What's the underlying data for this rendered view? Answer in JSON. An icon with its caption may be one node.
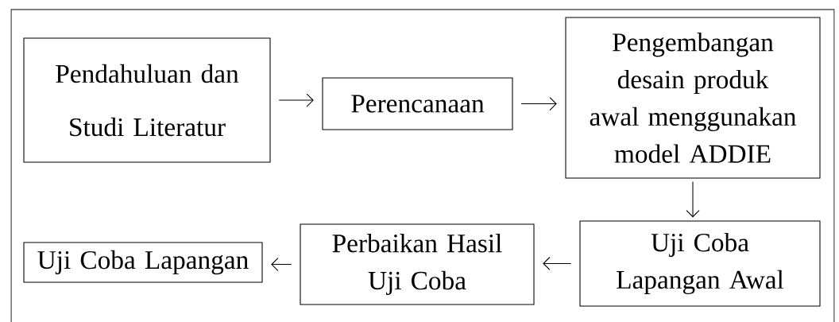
{
  "diagram": {
    "nodes": [
      {
        "text": [
          "Pendahuluan dan Studi Literatur"
        ]
      },
      {
        "text": [
          "Perencanaan"
        ]
      },
      {
        "text": [
          "Pengembangan desain produk awal menggunakan model ADDIE"
        ]
      },
      {
        "text": [
          "Uji Coba Lapangan Awal"
        ]
      },
      {
        "text": [
          "Perbaikan Hasil Uji Coba"
        ]
      },
      {
        "text": [
          "Uji Coba Lapangan"
        ]
      }
    ],
    "edges": [
      {
        "from": 0,
        "to": 1,
        "arrow": "to"
      },
      {
        "from": 1,
        "to": 2,
        "arrow": "to"
      },
      {
        "from": 2,
        "to": 3,
        "arrow": "to"
      },
      {
        "from": 3,
        "to": 4,
        "arrow": "to"
      },
      {
        "from": 4,
        "to": 5,
        "arrow": "to"
      }
    ]
  }
}
